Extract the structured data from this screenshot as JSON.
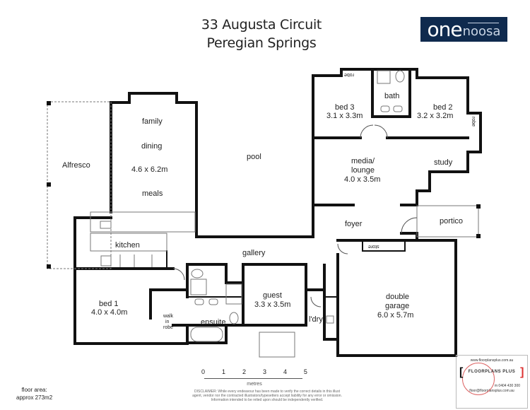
{
  "header": {
    "address_line1": "33 Augusta Circuit",
    "address_line2": "Peregian Springs"
  },
  "logo": {
    "brand_part1": "one",
    "brand_part2": "noosa",
    "bg_color": "#0f2a4e"
  },
  "rooms": {
    "alfresco": "Alfresco",
    "family": "family",
    "dining": "dining",
    "family_dims": "4.6 x 6.2m",
    "meals": "meals",
    "pool": "pool",
    "bed3": "bed 3",
    "bed3_dims": "3.1 x 3.3m",
    "bath": "bath",
    "bed2": "bed 2",
    "bed2_dims": "3.2 x 3.2m",
    "robe_bed3": "robe",
    "robe_bed2": "robe",
    "media": "media/",
    "lounge": "lounge",
    "media_dims": "4.0 x 3.5m",
    "study": "study",
    "portico": "portico",
    "foyer": "foyer",
    "store": "store",
    "kitchen": "kitchen",
    "gallery": "gallery",
    "bed1": "bed 1",
    "bed1_dims": "4.0 x 4.0m",
    "walk_in_robe_1": "walk",
    "walk_in_robe_2": "in",
    "walk_in_robe_3": "robe",
    "ensuite": "ensuite",
    "guest": "guest",
    "guest_dims": "3.3 x 3.5m",
    "laundry": "l'dry",
    "garage1": "double",
    "garage2": "garage",
    "garage_dims": "6.0 x 5.7m"
  },
  "scale": {
    "ticks": [
      "0",
      "1",
      "2",
      "3",
      "4",
      "5"
    ],
    "unit": "metres"
  },
  "disclaimer": {
    "line1": "DISCLAIMER: While every endeavour has been made to verify the correct details in this illust",
    "line2": "agent, vendor nor the contracted illustrators/typesetters accept liability for any error or omission.",
    "line3": "Information intended to be relied upon should be independently verified."
  },
  "floor_area": {
    "label": "floor area:",
    "value": "approx 273m2"
  },
  "floorplans_plus": {
    "website": "www.floorplansplus.com.au",
    "brand": "FLOORPLANS PLUS",
    "phone": "m 0404 430 300",
    "email": "floor@floorplansplus.com.au",
    "accent_color": "#d33333"
  }
}
